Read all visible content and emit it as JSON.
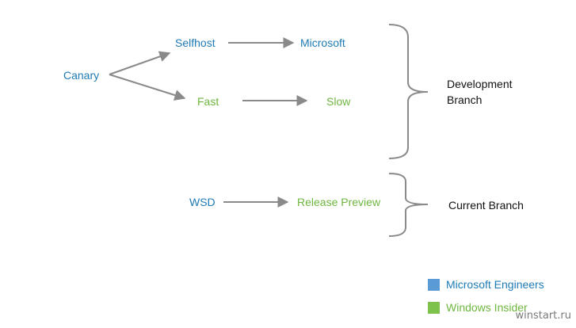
{
  "colors": {
    "microsoft": "#1f7bb6",
    "insider": "#6fb63f",
    "legend_microsoft": "#5b9bd5",
    "legend_insider": "#7dc24b",
    "connector": "#8a8a8a"
  },
  "nodes": {
    "canary": "Canary",
    "selfhost": "Selfhost",
    "microsoft": "Microsoft",
    "fast": "Fast",
    "slow": "Slow",
    "wsd": "WSD",
    "release_preview": "Release Preview"
  },
  "branches": {
    "development": [
      "Development",
      "Branch"
    ],
    "current": "Current Branch"
  },
  "legend": [
    {
      "label": "Microsoft Engineers",
      "color_key": "legend_microsoft"
    },
    {
      "label": "Windows Insider",
      "color_key": "legend_insider"
    }
  ],
  "watermark": "winstart.ru"
}
